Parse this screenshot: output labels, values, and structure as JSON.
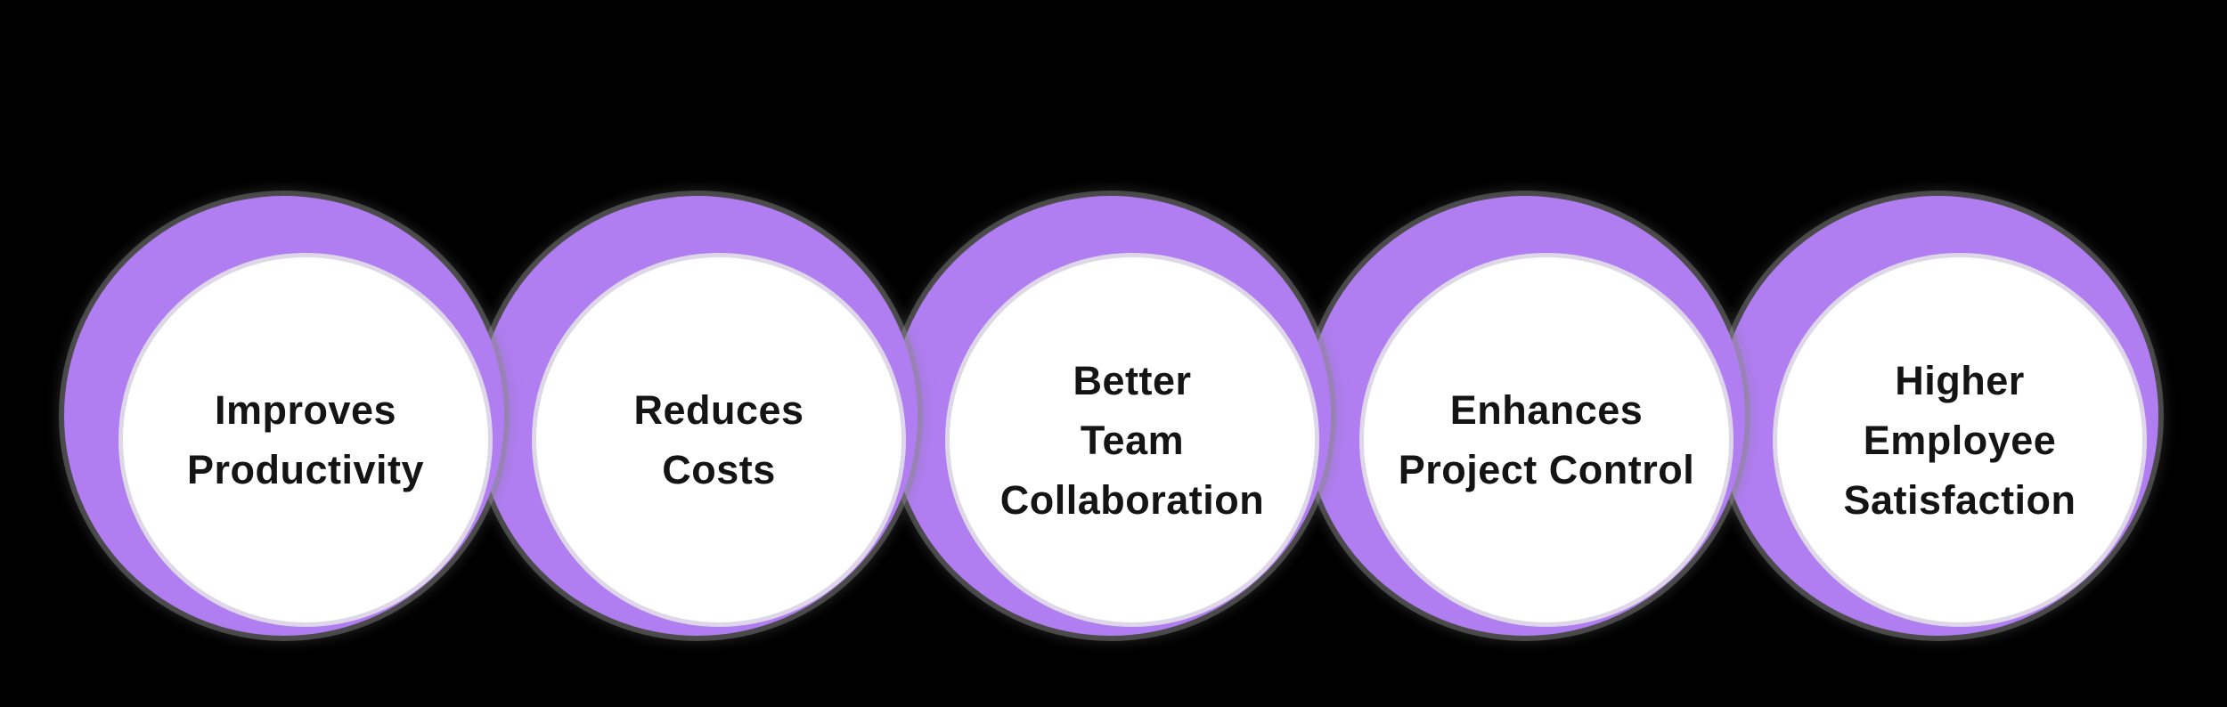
{
  "diagram": {
    "type": "benefit-circles",
    "items": [
      {
        "text": "Improves\nProductivity"
      },
      {
        "text": "Reduces\nCosts"
      },
      {
        "text": "Better\nTeam\nCollaboration"
      },
      {
        "text": "Enhances\nProject Control"
      },
      {
        "text": "Higher\nEmployee\nSatisfaction"
      }
    ],
    "colors": {
      "background": "#000000",
      "ring": "#b17ef2",
      "inner_circle": "#ffffff",
      "text": "#141414"
    }
  }
}
